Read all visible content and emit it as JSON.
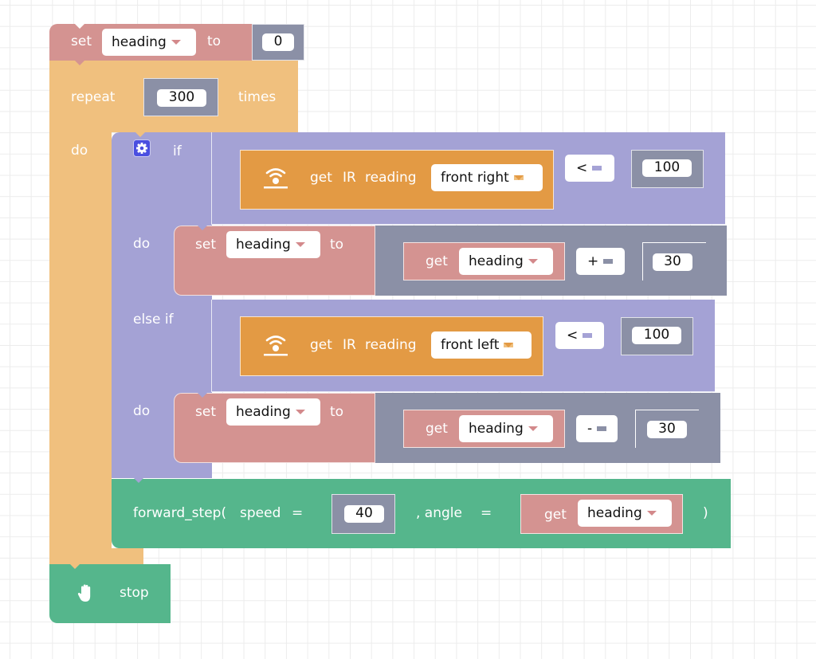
{
  "colors": {
    "variable_block": "#d49391",
    "loop_block": "#f0c07e",
    "logic_block": "#a4a2d5",
    "math_block": "#8b90a6",
    "sensor_block": "#e39a44",
    "motion_block": "#55b68c",
    "gear_button": "#4a4fe0"
  },
  "set_heading_block": {
    "set_label": "set",
    "variable": "heading",
    "to_label": "to",
    "value": "0"
  },
  "repeat_block": {
    "repeat_label": "repeat",
    "count": "300",
    "times_label": "times",
    "do_label": "do"
  },
  "if_block": {
    "gear_icon": "gear-icon",
    "if_label": "if",
    "do_label": "do",
    "else_if_label": "else if",
    "do2_label": "do",
    "condition1": {
      "icon": "ir-sensor-icon",
      "get_label": "get",
      "ir_label": "IR",
      "reading_label": "reading",
      "sensor": "front right",
      "operator": "<",
      "value": "100"
    },
    "action1": {
      "set_label": "set",
      "variable": "heading",
      "to_label": "to",
      "get_label": "get",
      "get_variable": "heading",
      "operator": "+",
      "value": "30"
    },
    "condition2": {
      "icon": "ir-sensor-icon",
      "get_label": "get",
      "ir_label": "IR",
      "reading_label": "reading",
      "sensor": "front left",
      "operator": "<",
      "value": "100"
    },
    "action2": {
      "set_label": "set",
      "variable": "heading",
      "to_label": "to",
      "get_label": "get",
      "get_variable": "heading",
      "operator": "-",
      "value": "30"
    }
  },
  "forward_step_block": {
    "func_label": "forward_step(",
    "speed_label": "speed",
    "eq1": "=",
    "speed_value": "40",
    "comma_angle_label": ", angle",
    "eq2": "=",
    "get_label": "get",
    "angle_variable": "heading",
    "close_paren": ")"
  },
  "stop_block": {
    "icon": "hand-stop-icon",
    "label": "stop"
  }
}
